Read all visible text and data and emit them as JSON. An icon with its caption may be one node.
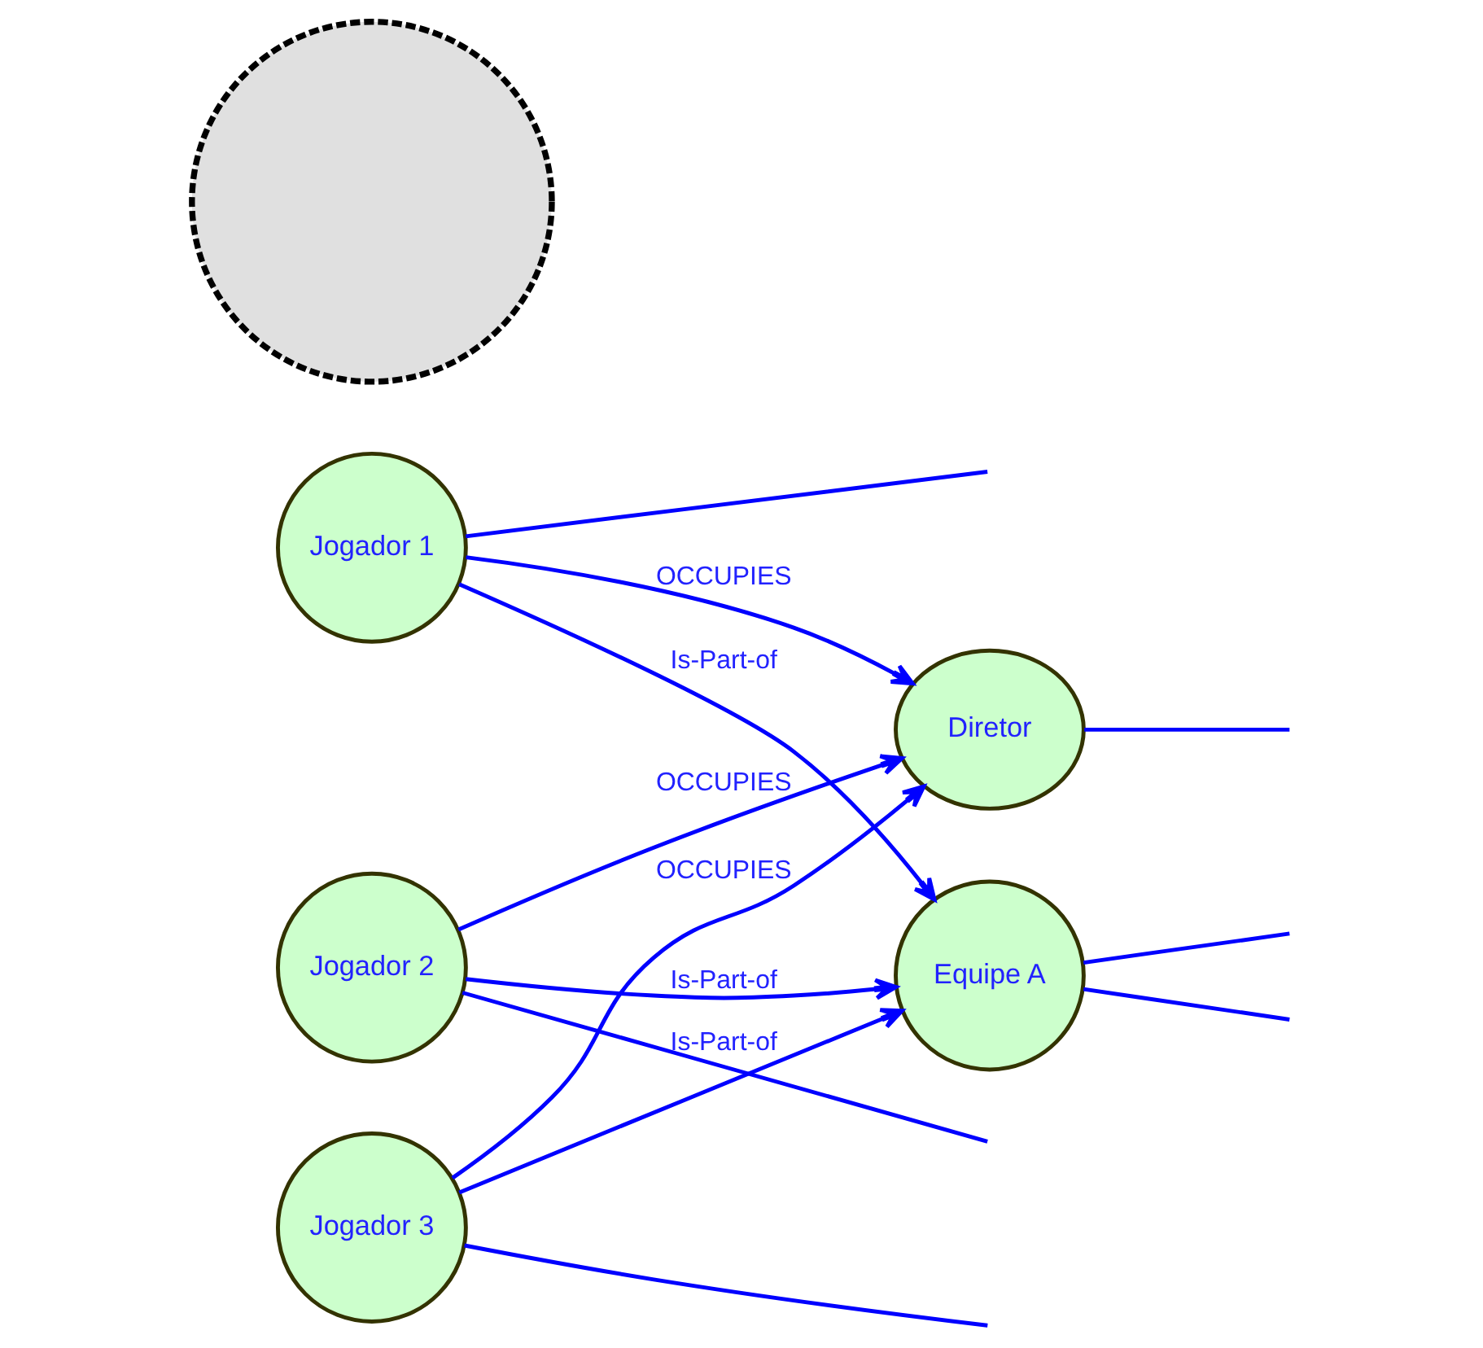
{
  "diagram": {
    "nodes": [
      {
        "text": [
          "Equipe A"
        ]
      },
      {
        "text": [
          "Jogador 1"
        ]
      },
      {
        "text": [
          "Jogador 2"
        ]
      },
      {
        "text": [
          "Jogador 3"
        ]
      },
      {
        "text": [
          "Diretor"
        ]
      },
      {
        "text": [],
        "shape": "circle"
      }
    ],
    "edges": [
      {
        "from": 1,
        "to": 0,
        "arrow": "to",
        "label": "Is-Part-of"
      },
      {
        "from": 2,
        "to": 0,
        "arrow": "to",
        "label": "Is-Part-of"
      },
      {
        "from": 3,
        "to": 0,
        "arrow": "to",
        "label": "Is-Part-of"
      },
      {
        "from": 1,
        "to": 4,
        "arrow": "to",
        "label": "OCCUPIES"
      },
      {
        "from": 2,
        "to": 4,
        "arrow": "to",
        "label": "OCCUPIES"
      },
      {
        "from": 3,
        "to": 4,
        "arrow": "to",
        "label": "OCCUPIES"
      },
      {
        "from": 0,
        "to": null,
        "arrow": "none"
      },
      {
        "from": 0,
        "to": null,
        "arrow": "none"
      },
      {
        "from": 1,
        "to": null,
        "arrow": "none"
      },
      {
        "from": 2,
        "to": null,
        "arrow": "none"
      },
      {
        "from": 3,
        "to": null,
        "arrow": "none"
      },
      {
        "from": 4,
        "to": null,
        "arrow": "none"
      }
    ]
  }
}
